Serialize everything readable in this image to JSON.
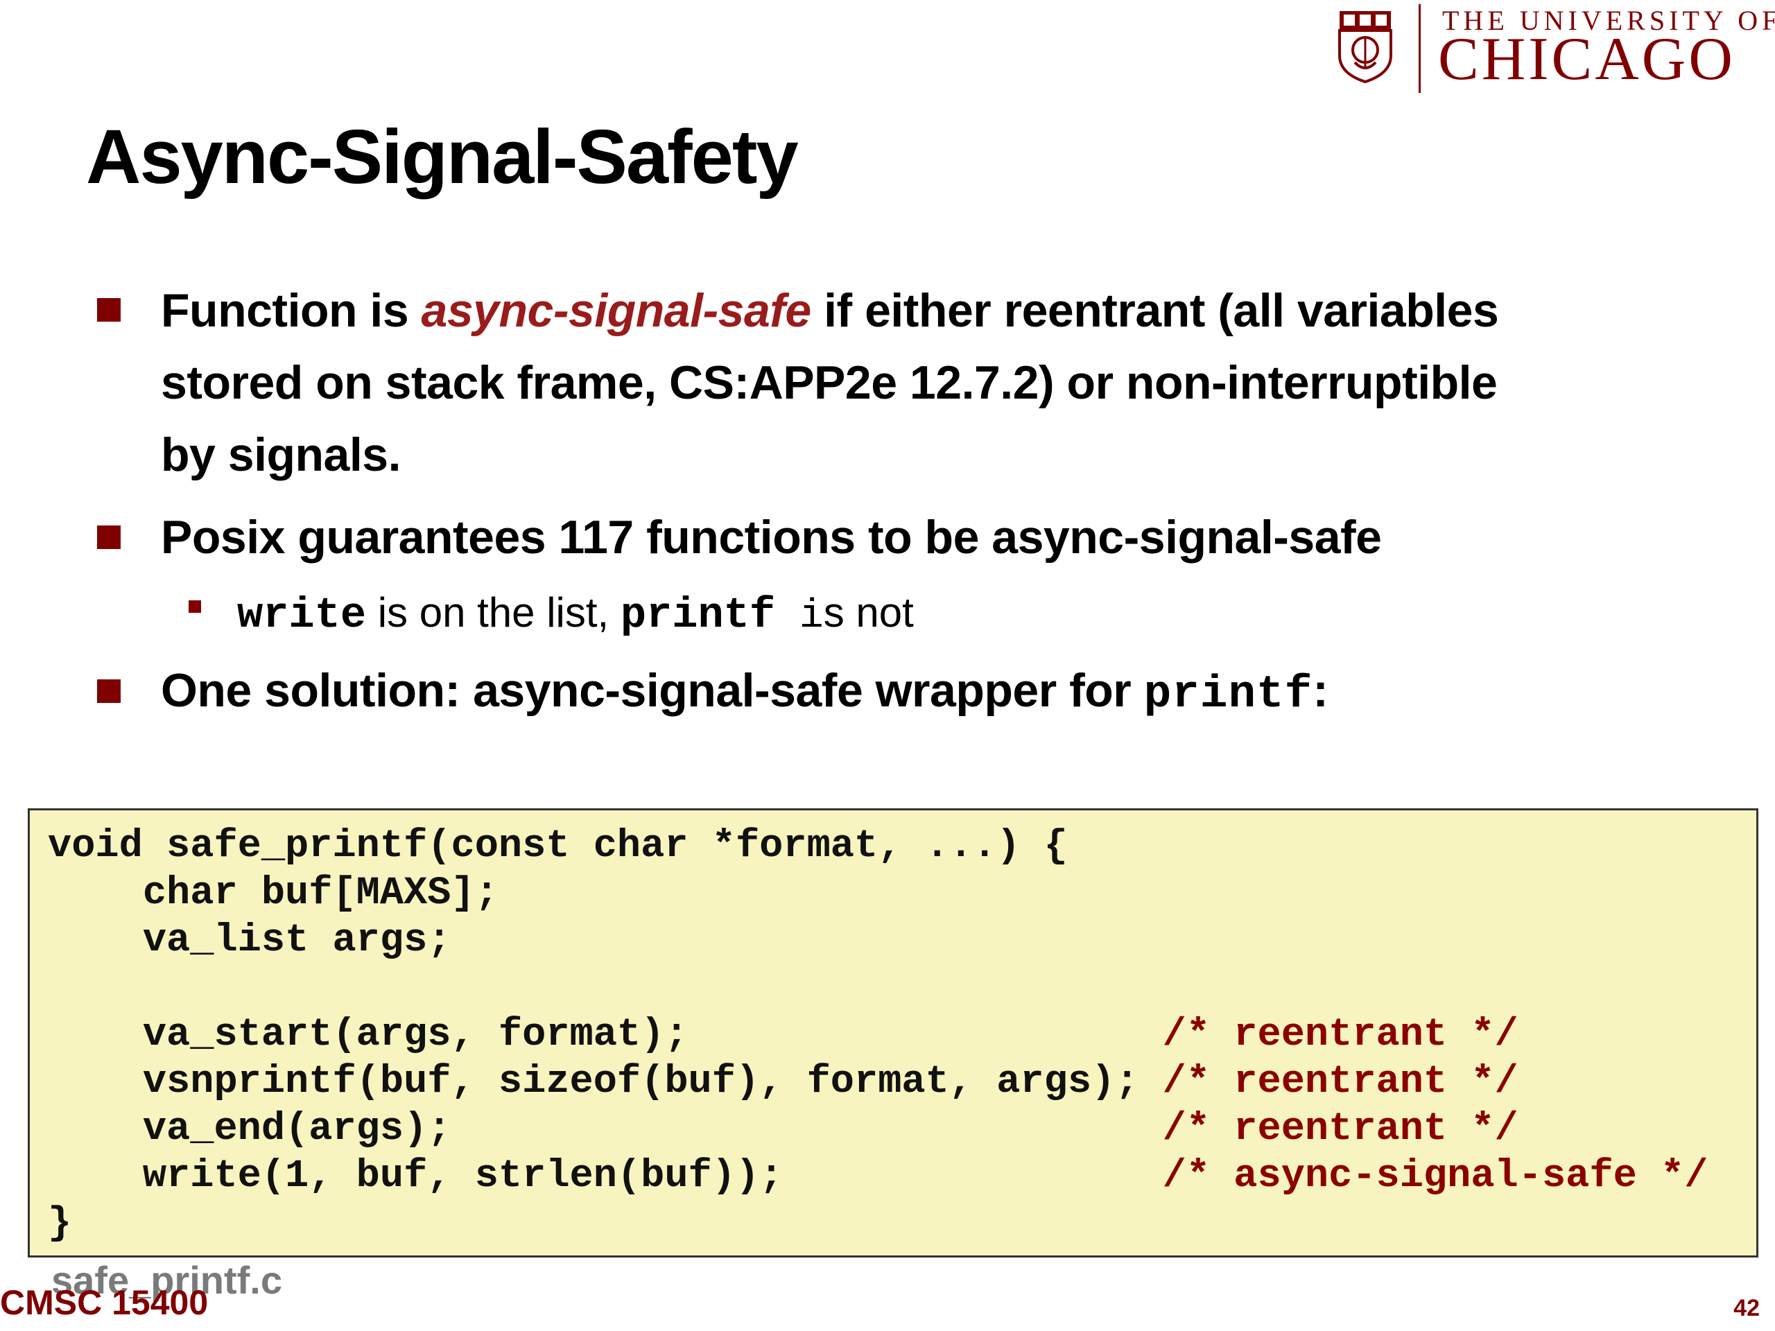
{
  "logo": {
    "line1": "THE UNIVERSITY OF",
    "line2": "CHICAGO",
    "icon": "university-seal-icon"
  },
  "title": "Async-Signal-Safety",
  "bullets": {
    "b1": {
      "line1_pre": "Function is ",
      "line1_em": "async-signal-safe",
      "line1_post": " if either reentrant (all variables",
      "line2": "stored on stack frame, CS:APP2e 12.7.2) or non-interruptible",
      "line3": "by signals."
    },
    "b2": {
      "text": "Posix guarantees 117 functions to be async-signal-safe",
      "sub": {
        "code1": "write",
        "mid": " is on the list, ",
        "code2": "printf",
        "code3": " i",
        "end": "s not"
      }
    },
    "b3": {
      "text": "One solution: async-signal-safe wrapper for ",
      "code": "printf",
      "end": ":"
    }
  },
  "code": {
    "lines": [
      {
        "code": "void safe_printf(const char *format, ...) {",
        "comment": ""
      },
      {
        "code": "    char buf[MAXS];",
        "comment": ""
      },
      {
        "code": "    va_list args;",
        "comment": ""
      },
      {
        "code": "",
        "comment": ""
      },
      {
        "code": "    va_start(args, format);                    ",
        "comment": "/* reentrant */"
      },
      {
        "code": "    vsnprintf(buf, sizeof(buf), format, args); ",
        "comment": "/* reentrant */"
      },
      {
        "code": "    va_end(args);                              ",
        "comment": "/* reentrant */"
      },
      {
        "code": "    write(1, buf, strlen(buf));                ",
        "comment": "/* async-signal-safe */"
      },
      {
        "code": "}",
        "comment": ""
      }
    ]
  },
  "footer": {
    "filename": "safe_printf.c",
    "course": "CMSC 15400",
    "page": "42"
  },
  "colors": {
    "maroon": "#800000",
    "emphasis_red": "#9a1b1b",
    "code_bg": "#f7f4bf",
    "comment": "#8b0000"
  }
}
